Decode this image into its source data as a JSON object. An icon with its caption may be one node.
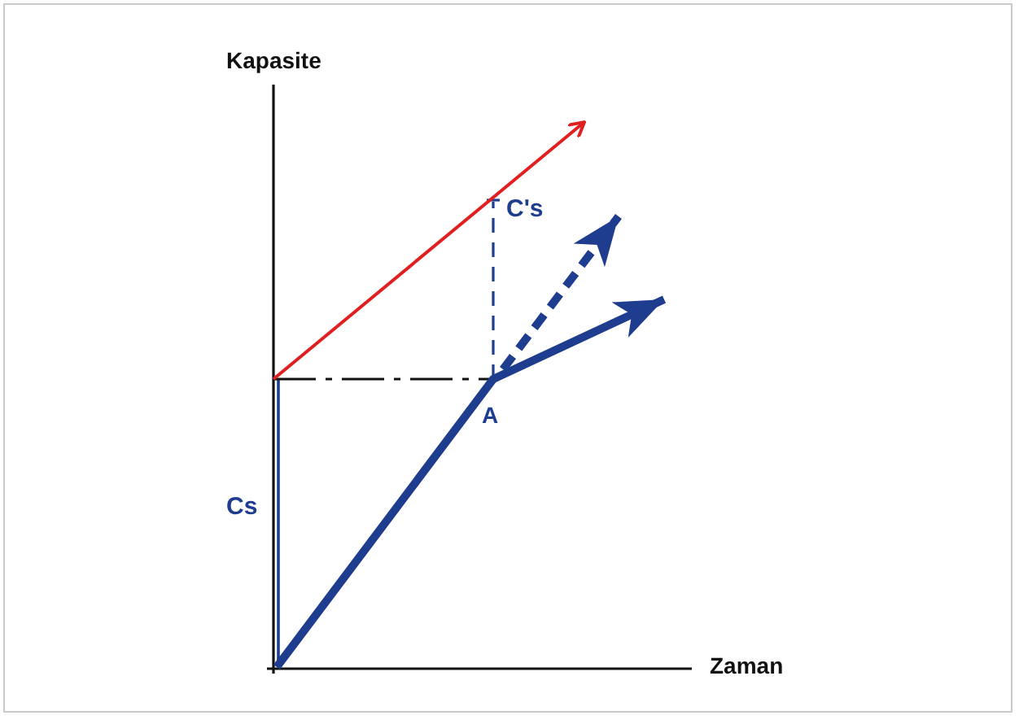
{
  "diagram": {
    "labels": [
      "Kapasite",
      "C's",
      "A",
      "Cs",
      "Zaman"
    ]
  }
}
